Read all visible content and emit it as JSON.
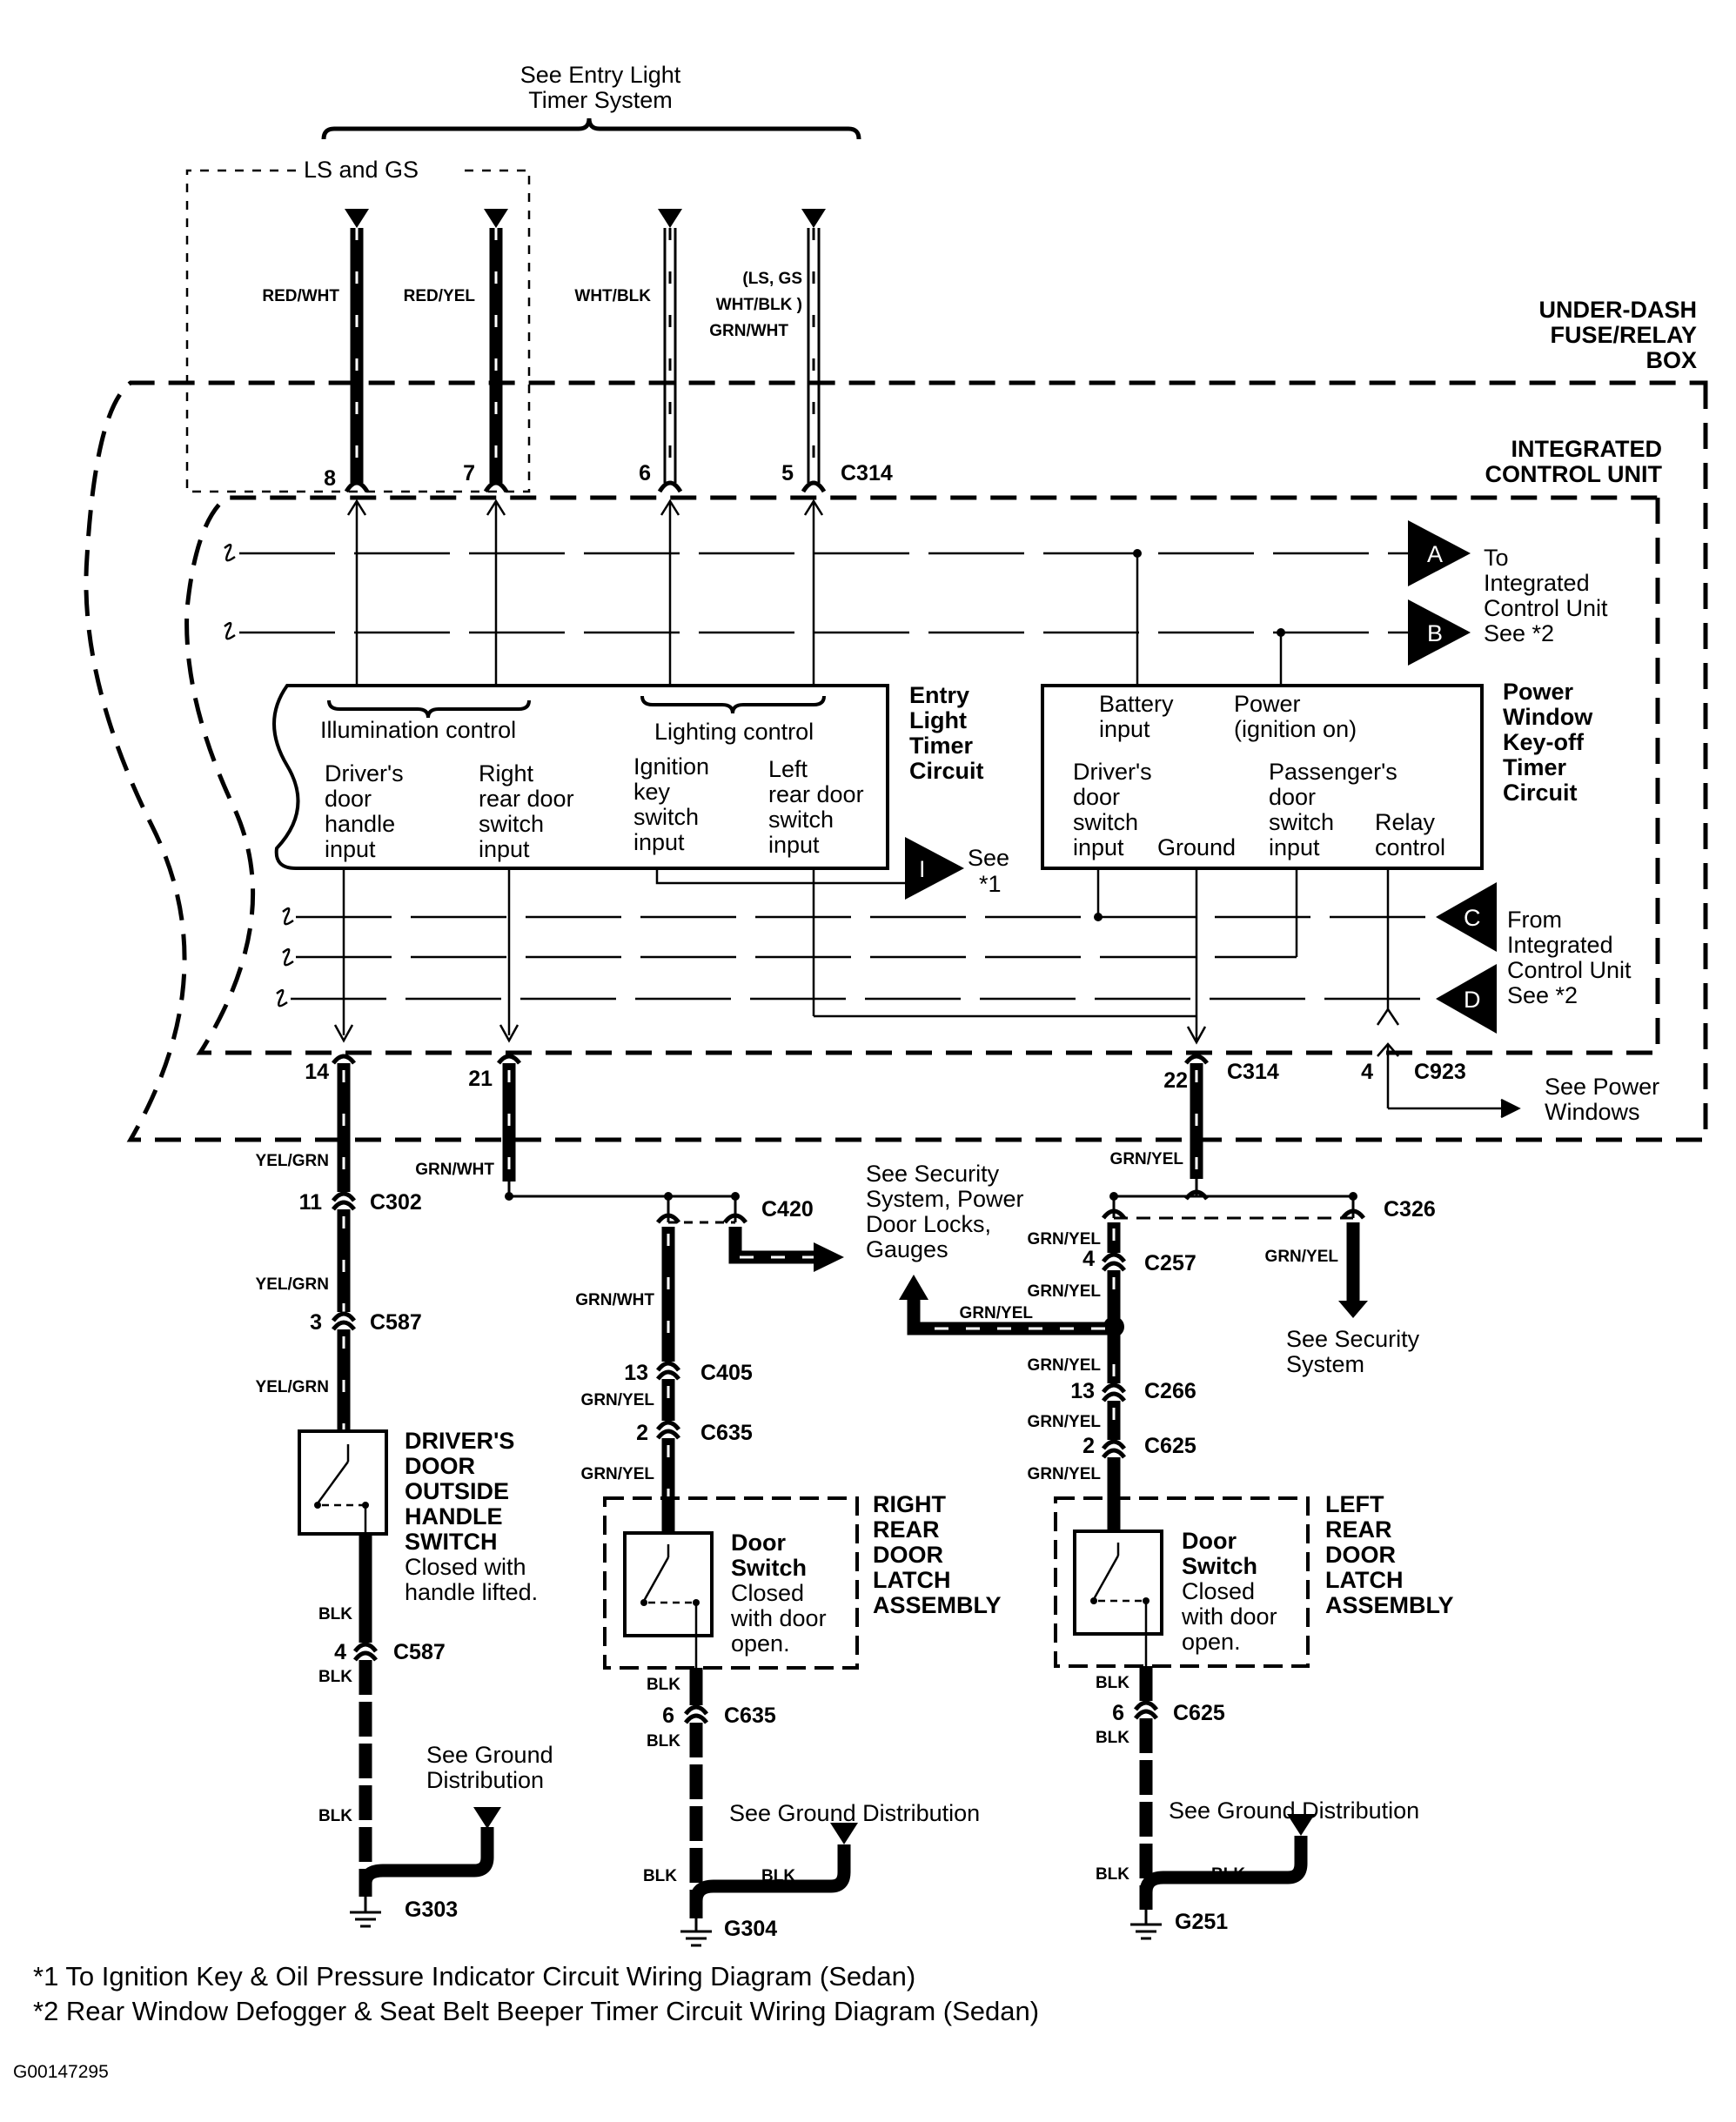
{
  "top": {
    "entry_light_timer_line1": "See Entry Light",
    "entry_light_timer_line2": "Timer System",
    "ls_gs": "LS and GS"
  },
  "wires_top": [
    {
      "color": "RED/WHT",
      "pin": "8"
    },
    {
      "color": "RED/YEL",
      "pin": "7"
    },
    {
      "color": "WHT/BLK",
      "pin": "6"
    },
    {
      "color_line1": "(LS, GS",
      "color_line2": "WHT/BLK )",
      "color_line3": "GRN/WHT",
      "pin": "5"
    }
  ],
  "connectors": {
    "c314": "C314",
    "c923": "C923",
    "c302": "C302",
    "c587": "C587",
    "c420": "C420",
    "c405": "C405",
    "c635": "C635",
    "c326": "C326",
    "c257": "C257",
    "c266": "C266",
    "c625": "C625"
  },
  "boxes": {
    "fuse_line1": "UNDER-DASH",
    "fuse_line2": "FUSE/RELAY",
    "fuse_line3": "BOX",
    "icu_line1": "INTEGRATED",
    "icu_line2": "CONTROL UNIT"
  },
  "refs": {
    "a": "A",
    "b": "B",
    "c": "C",
    "d": "D",
    "i": "I",
    "to_icu_1": "To",
    "to_icu_2": "Integrated",
    "to_icu_3": "Control Unit",
    "to_icu_4": "See *2",
    "from_icu_1": "From",
    "from_icu_2": "Integrated",
    "from_icu_3": "Control Unit",
    "from_icu_4": "See *2",
    "see1_1": "See",
    "see1_2": "*1"
  },
  "entry_circuit": {
    "illum": "Illumination control",
    "lighting": "Lighting control",
    "drv1": "Driver's",
    "drv2": "door",
    "drv3": "handle",
    "drv4": "input",
    "rr1": "Right",
    "rr2": "rear door",
    "rr3": "switch",
    "rr4": "input",
    "ig1": "Ignition",
    "ig2": "key",
    "ig3": "switch",
    "ig4": "input",
    "lr1": "Left",
    "lr2": "rear door",
    "lr3": "switch",
    "lr4": "input",
    "title1": "Entry",
    "title2": "Light",
    "title3": "Timer",
    "title4": "Circuit"
  },
  "power_circuit": {
    "bat1": "Battery",
    "bat2": "input",
    "pwr1": "Power",
    "pwr2": "(ignition on)",
    "drv1": "Driver's",
    "drv2": "door",
    "drv3": "switch",
    "drv4": "input",
    "ground": "Ground",
    "pas1": "Passenger's",
    "pas2": "door",
    "pas3": "switch",
    "pas4": "input",
    "rel1": "Relay",
    "rel2": "control",
    "title1": "Power",
    "title2": "Window",
    "title3": "Key-off",
    "title4": "Timer",
    "title5": "Circuit"
  },
  "pins": {
    "p14": "14",
    "p21": "21",
    "p22": "22",
    "p4": "4",
    "p11": "11",
    "p3": "3",
    "p13a": "13",
    "p2a": "2",
    "p4b": "4",
    "p13b": "13",
    "p2b": "2",
    "p4c": "4",
    "p6a": "6",
    "p6b": "6"
  },
  "wire_labels": {
    "yelgrn": "YEL/GRN",
    "grnwht": "GRN/WHT",
    "grnyel": "GRN/YEL",
    "blk": "BLK"
  },
  "notes": {
    "see_power_windows_1": "See Power",
    "see_power_windows_2": "Windows",
    "see_security_1": "See Security",
    "see_security_2": "System, Power",
    "see_security_3": "Door Locks,",
    "see_security_4": "Gauges",
    "see_security_sys_1": "See Security",
    "see_security_sys_2": "System",
    "see_ground_1": "See Ground",
    "see_ground_2": "Distribution",
    "see_ground_dist": "See Ground Distribution"
  },
  "components": {
    "driver_switch_1": "DRIVER'S",
    "driver_switch_2": "DOOR",
    "driver_switch_3": "OUTSIDE",
    "driver_switch_4": "HANDLE",
    "driver_switch_5": "SWITCH",
    "driver_switch_6": "Closed with",
    "driver_switch_7": "handle lifted.",
    "door_switch_1": "Door",
    "door_switch_2": "Switch",
    "door_switch_3": "Closed",
    "door_switch_4": "with door",
    "door_switch_5": "open.",
    "rr_latch_1": "RIGHT",
    "rr_latch_2": "REAR",
    "rr_latch_3": "DOOR",
    "rr_latch_4": "LATCH",
    "rr_latch_5": "ASSEMBLY",
    "lr_latch_1": "LEFT",
    "lr_latch_2": "REAR",
    "lr_latch_3": "DOOR",
    "lr_latch_4": "LATCH",
    "lr_latch_5": "ASSEMBLY"
  },
  "grounds": {
    "g303": "G303",
    "g304": "G304",
    "g251": "G251"
  },
  "footnotes": {
    "n1": "*1 To Ignition Key & Oil Pressure Indicator Circuit Wiring Diagram (Sedan)",
    "n2": "*2 Rear Window Defogger & Seat Belt Beeper Timer Circuit Wiring Diagram (Sedan)",
    "code": "G00147295"
  }
}
